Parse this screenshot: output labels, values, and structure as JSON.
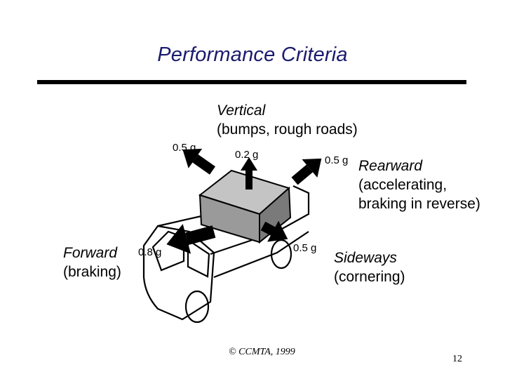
{
  "title": "Performance Criteria",
  "labels": {
    "vertical": {
      "name": "Vertical",
      "desc": "(bumps, rough roads)"
    },
    "rearward": {
      "name": "Rearward",
      "desc1": "(accelerating,",
      "desc2": "braking in reverse)"
    },
    "forward": {
      "name": "Forward",
      "desc": "(braking)"
    },
    "sideways": {
      "name": "Sideways",
      "desc": "(cornering)"
    }
  },
  "g_values": {
    "upper_left": "0.5 g",
    "vertical": "0.2 g",
    "upper_right": "0.5 g",
    "forward": "0.8 g",
    "sideways": "0.5 g"
  },
  "footer": "© CCMTA, 1999",
  "page_number": "12"
}
